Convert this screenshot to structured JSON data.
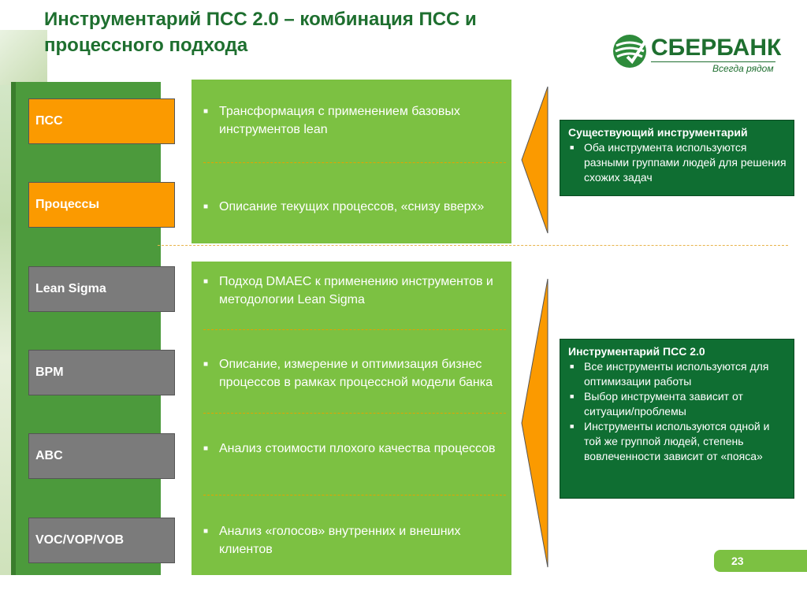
{
  "title": "Инструментарий ПСС 2.0 – комбинация ПСС и процессного подхода",
  "logo": {
    "name": "СБЕРБАНК",
    "slogan": "Всегда рядом"
  },
  "tiles": [
    {
      "label": "ПСС"
    },
    {
      "label": "Процессы"
    },
    {
      "label": "Lean Sigma"
    },
    {
      "label": "BPM"
    },
    {
      "label": "ABC"
    },
    {
      "label": "VOC/VOP/VOB"
    }
  ],
  "bullets": [
    "Трансформация с применением базовых инструментов lean",
    "Описание текущих процессов, «снизу вверх»",
    "Подход DMAEC к применению инструментов и методологии Lean Sigma",
    "Описание, измерение и оптимизация бизнес процессов в рамках процессной модели банка",
    "Анализ стоимости плохого качества процессов",
    "Анализ «голосов» внутренних и внешних клиентов"
  ],
  "box1": {
    "heading": "Существующий инструментарий",
    "items": [
      "Оба инструмента используются разными группами людей для решения схожих задач"
    ]
  },
  "box2": {
    "heading": "Инструментарий ПСС 2.0",
    "items": [
      "Все инструменты используются для оптимизации работы",
      "Выбор инструмента зависит от ситуации/проблемы",
      "Инструменты используются одной и той же группой людей, степень вовлеченности зависит от «пояса»"
    ]
  },
  "page_number": "23",
  "colors": {
    "green_dark": "#0f6e32",
    "green_light": "#7cc142",
    "orange": "#fb9a00",
    "gray": "#7b7b7b",
    "title": "#1e6f2f"
  }
}
